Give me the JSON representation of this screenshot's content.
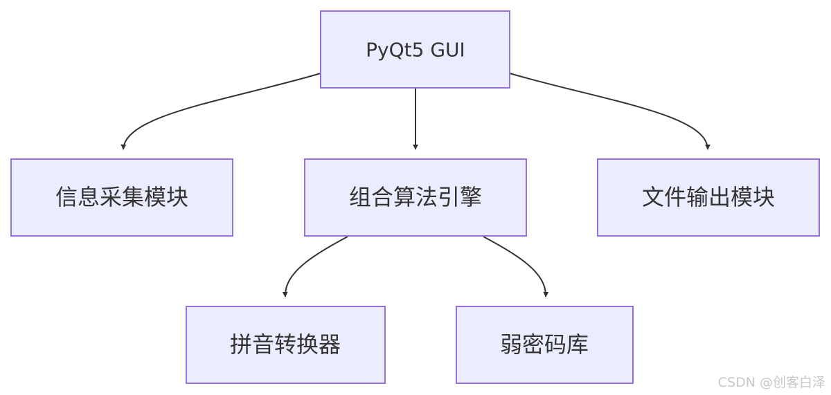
{
  "diagram": {
    "nodes": {
      "root": {
        "label": "PyQt5 GUI"
      },
      "info": {
        "label": "信息采集模块"
      },
      "engine": {
        "label": "组合算法引擎"
      },
      "output": {
        "label": "文件输出模块"
      },
      "pinyin": {
        "label": "拼音转换器"
      },
      "weak": {
        "label": "弱密码库"
      }
    },
    "edges": [
      {
        "from": "PyQt5 GUI",
        "to": "信息采集模块"
      },
      {
        "from": "PyQt5 GUI",
        "to": "组合算法引擎"
      },
      {
        "from": "PyQt5 GUI",
        "to": "文件输出模块"
      },
      {
        "from": "组合算法引擎",
        "to": "拼音转换器"
      },
      {
        "from": "组合算法引擎",
        "to": "弱密码库"
      }
    ],
    "colors": {
      "node_fill": "#ececff",
      "node_stroke": "#9370db",
      "edge": "#333333",
      "text": "#333333"
    }
  },
  "watermark": "CSDN @创客白泽"
}
